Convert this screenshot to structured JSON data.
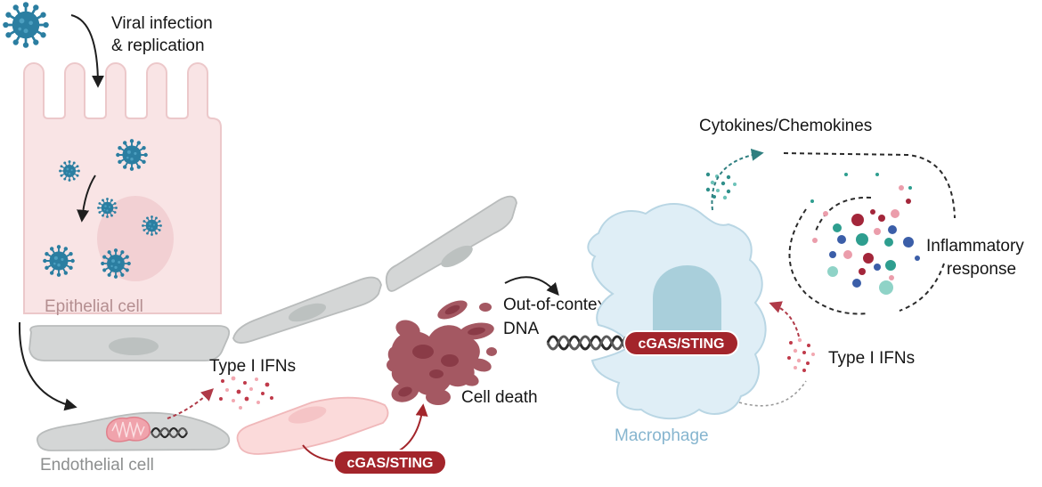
{
  "labels": {
    "viral_infection_line1": "Viral infection",
    "viral_infection_line2": "& replication",
    "epithelial_cell": "Epithelial cell",
    "type_i_ifns_left": "Type I IFNs",
    "endothelial_cell": "Endothelial cell",
    "cgas_sting_bottom": "cGAS/STING",
    "cell_death": "Cell death",
    "out_of_context_line1": "Out-of-context",
    "out_of_context_line2": "DNA",
    "cgas_sting_macrophage": "cGAS/STING",
    "macrophage": "Macrophage",
    "cytokines_chemokines": "Cytokines/Chemokines",
    "inflammatory_line1": "Inflammatory",
    "inflammatory_line2": "response",
    "type_i_ifns_right": "Type I IFNs"
  },
  "icons": [
    "virus-icon",
    "dna-helix-icon",
    "mitochondrion-icon"
  ],
  "colors": {
    "virus": "#2b7ea1",
    "epithelial_cell": "#f9e4e5",
    "stromal_cell": "#d4d6d6",
    "pink_cell": "#fbdada",
    "dead_cell": "#a45862",
    "macrophage": "#dfeef6",
    "macrophage_nucleus": "#a9cfdb",
    "cgas_sting": "#a3252b",
    "ifn_dark": "#c03a4a",
    "ifn_light": "#f2a8b1",
    "cytokine_dark": "#2f8f8a",
    "cytokine_light": "#6cc2b8",
    "inflammatory_navy": "#3b5ea8",
    "inflammatory_maroon": "#a3263a",
    "inflammatory_teal": "#2e9e8f",
    "inflammatory_light_teal": "#8fd3c7",
    "inflammatory_pink": "#eb9dab"
  }
}
